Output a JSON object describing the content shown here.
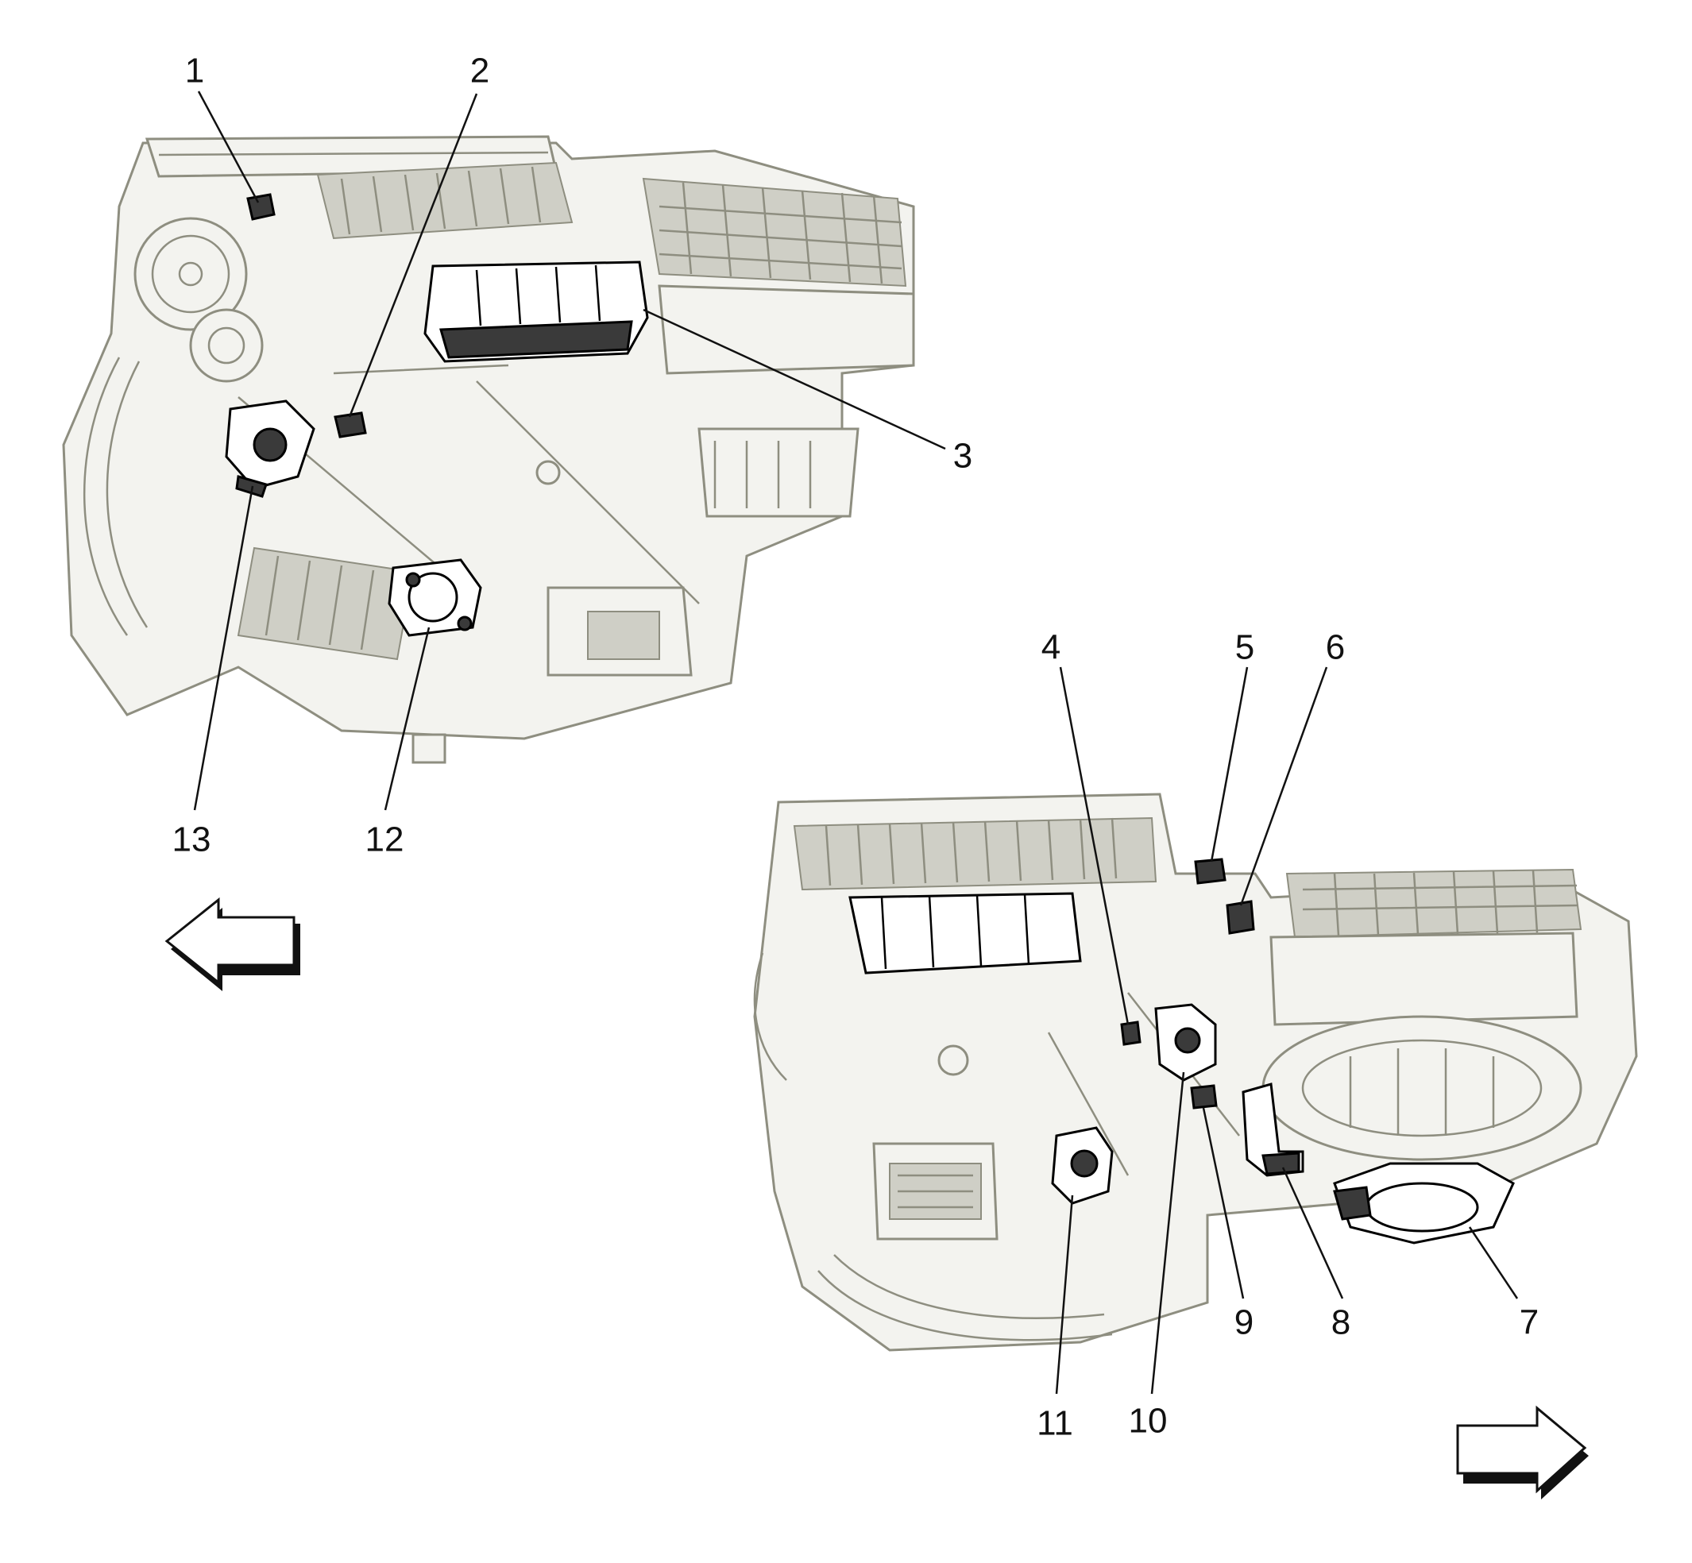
{
  "callouts": [
    {
      "id": "1",
      "label": "1"
    },
    {
      "id": "2",
      "label": "2"
    },
    {
      "id": "3",
      "label": "3"
    },
    {
      "id": "4",
      "label": "4"
    },
    {
      "id": "5",
      "label": "5"
    },
    {
      "id": "6",
      "label": "6"
    },
    {
      "id": "7",
      "label": "7"
    },
    {
      "id": "8",
      "label": "8"
    },
    {
      "id": "9",
      "label": "9"
    },
    {
      "id": "10",
      "label": "10"
    },
    {
      "id": "11",
      "label": "11"
    },
    {
      "id": "12",
      "label": "12"
    },
    {
      "id": "13",
      "label": "13"
    }
  ],
  "arrows": [
    {
      "id": "left",
      "direction": "left"
    },
    {
      "id": "right",
      "direction": "right"
    }
  ],
  "colors": {
    "linework": "#8e8e80",
    "highlight": "#000000",
    "text": "#111111"
  }
}
